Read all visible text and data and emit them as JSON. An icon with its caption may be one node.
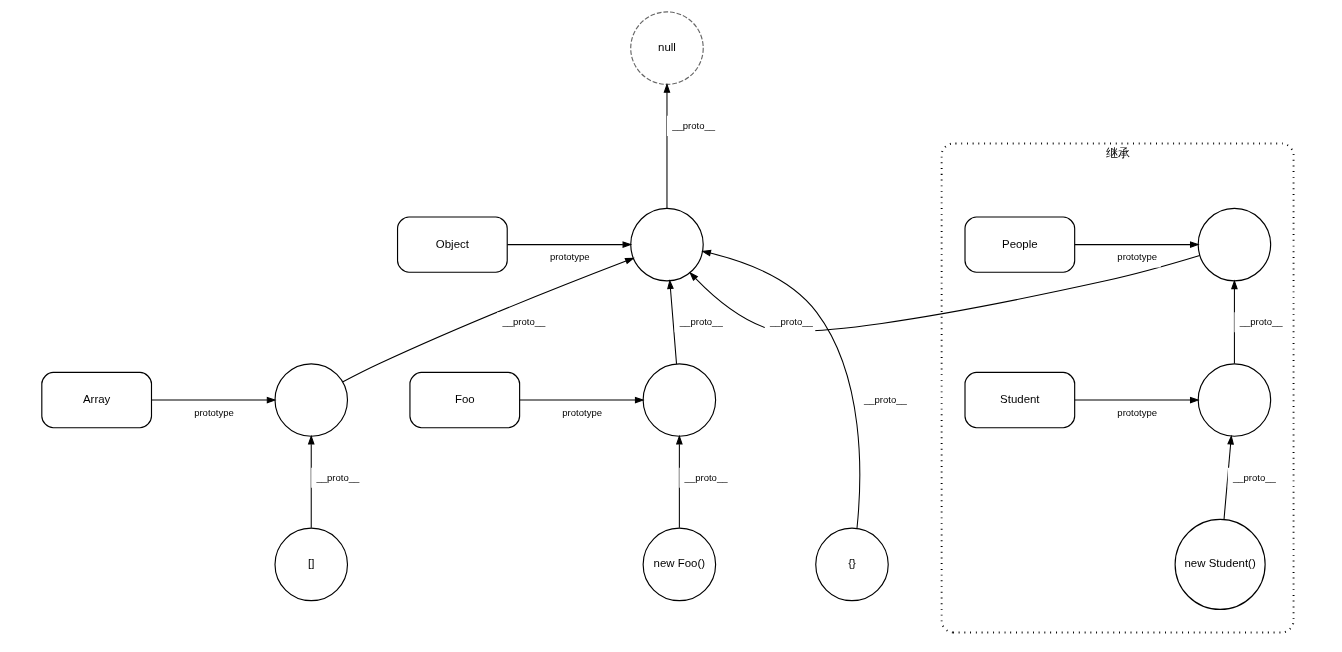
{
  "diagram": {
    "nodes": [
      {
        "text": [
          "null"
        ]
      },
      {
        "text": [
          "继承"
        ]
      },
      {
        "text": [
          "Object"
        ]
      },
      {
        "text": [],
        "shape": "circle"
      },
      {
        "text": [],
        "shape": "circle",
        "in": 1
      },
      {
        "text": [
          "People"
        ],
        "in": 1
      },
      {
        "text": [
          "Array"
        ]
      },
      {
        "text": [],
        "shape": "circle"
      },
      {
        "text": [],
        "shape": "circle"
      },
      {
        "text": [
          "Foo"
        ]
      },
      {
        "text": [],
        "shape": "circle",
        "in": 1
      },
      {
        "text": [
          "Student"
        ],
        "in": 1
      },
      {
        "text": [
          "[]"
        ]
      },
      {
        "text": [
          "{}"
        ]
      },
      {
        "text": [
          "new Foo()"
        ]
      },
      {
        "text": [
          "new Student()"
        ],
        "in": 1
      }
    ],
    "edges": [
      {
        "from": 3,
        "to": 0,
        "arrow": "to",
        "label": "__proto__"
      },
      {
        "from": 2,
        "to": 3,
        "arrow": "to",
        "label": "prototype"
      },
      {
        "from": 6,
        "to": 7,
        "arrow": "to",
        "label": "prototype"
      },
      {
        "from": 7,
        "to": 3,
        "arrow": "to",
        "label": "__proto__"
      },
      {
        "from": 12,
        "to": 7,
        "arrow": "to",
        "label": "__proto__"
      },
      {
        "from": 13,
        "to": 3,
        "arrow": "to",
        "label": "__proto__"
      },
      {
        "from": 9,
        "to": 8,
        "arrow": "to",
        "label": "prototype"
      },
      {
        "from": 8,
        "to": 3,
        "arrow": "to",
        "label": "__proto__"
      },
      {
        "from": 14,
        "to": 8,
        "arrow": "to",
        "label": "__proto__"
      },
      {
        "from": 4,
        "to": 3,
        "arrow": "to",
        "label": "__proto__"
      },
      {
        "from": 5,
        "to": 4,
        "arrow": "to",
        "label": "prototype"
      },
      {
        "from": 10,
        "to": 4,
        "arrow": "to",
        "label": "__proto__"
      },
      {
        "from": 11,
        "to": 10,
        "arrow": "to",
        "label": "prototype"
      },
      {
        "from": 15,
        "to": 10,
        "arrow": "to",
        "label": "__proto__"
      }
    ]
  }
}
